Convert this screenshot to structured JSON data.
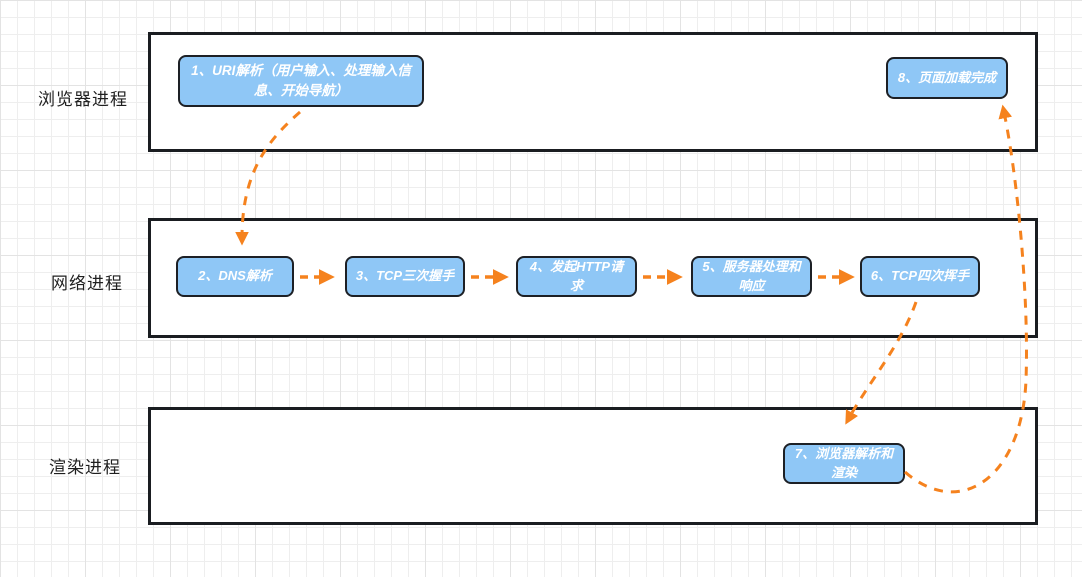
{
  "diagram_type": "swimlane-flowchart",
  "colors": {
    "node_fill": "#8fc7f6",
    "node_border": "#1d2025",
    "node_text": "#ffffff",
    "lane_border": "#1a1d21",
    "lane_fill": "#ffffff",
    "arrow": "#f5821e",
    "grid_line": "#eeeeee"
  },
  "lanes": [
    {
      "label": "浏览器进程"
    },
    {
      "label": "网络进程"
    },
    {
      "label": "渲染进程"
    }
  ],
  "nodes": [
    {
      "id": "1",
      "lane": "浏览器进程",
      "label": "1、URI解析（用户输入、处理输入信息、开始导航）"
    },
    {
      "id": "2",
      "lane": "网络进程",
      "label": "2、DNS解析"
    },
    {
      "id": "3",
      "lane": "网络进程",
      "label": "3、TCP三次握手"
    },
    {
      "id": "4",
      "lane": "网络进程",
      "label": "4、发起HTTP请求"
    },
    {
      "id": "5",
      "lane": "网络进程",
      "label": "5、服务器处理和响应"
    },
    {
      "id": "6",
      "lane": "网络进程",
      "label": "6、TCP四次挥手"
    },
    {
      "id": "7",
      "lane": "渲染进程",
      "label": "7、浏览器解析和渲染"
    },
    {
      "id": "8",
      "lane": "浏览器进程",
      "label": "8、页面加载完成"
    }
  ],
  "edges": [
    {
      "from": "1",
      "to": "2",
      "style": "dashed-curved"
    },
    {
      "from": "2",
      "to": "3",
      "style": "dashed-straight"
    },
    {
      "from": "3",
      "to": "4",
      "style": "dashed-straight"
    },
    {
      "from": "4",
      "to": "5",
      "style": "dashed-straight"
    },
    {
      "from": "5",
      "to": "6",
      "style": "dashed-straight"
    },
    {
      "from": "6",
      "to": "7",
      "style": "dashed-curved"
    },
    {
      "from": "7",
      "to": "8",
      "style": "dashed-curved"
    }
  ]
}
